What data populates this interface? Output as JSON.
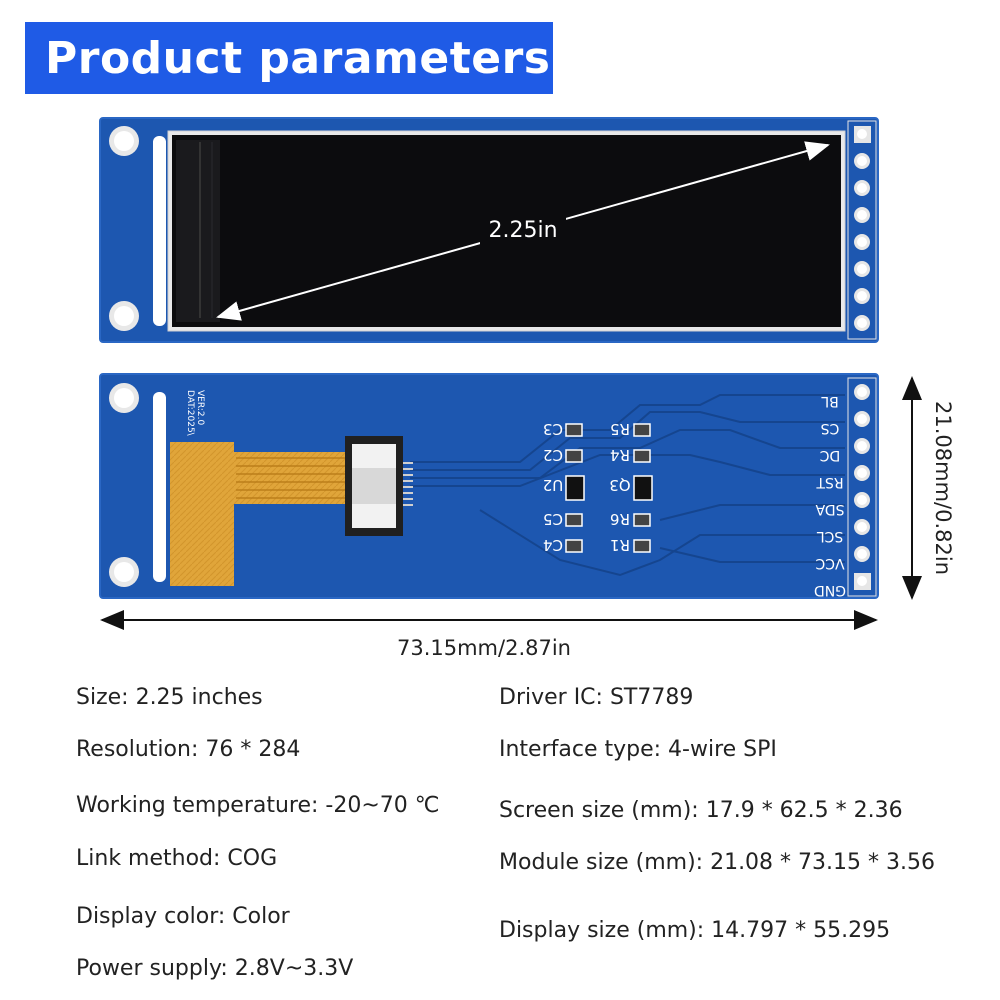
{
  "header": {
    "title": "Product parameters"
  },
  "front_board": {
    "diagonal_label": "2.25in"
  },
  "back_board": {
    "pins": [
      "BL",
      "CS",
      "DC",
      "RST",
      "SDA",
      "SCL",
      "VCC",
      "GND"
    ],
    "silk_version": "VER:2.0",
    "silk_date": "DAT:2025\\",
    "component_labels": {
      "c3": "C3",
      "c2": "C2",
      "u2": "U2",
      "c5": "C5",
      "c4": "C4",
      "r5": "R5",
      "r4": "R4",
      "q3": "Q3",
      "r6": "R6",
      "r1": "R1"
    },
    "height_label": "21.08mm/0.82in",
    "width_label": "73.15mm/2.87in"
  },
  "specs": {
    "left": [
      "Size: 2.25 inches",
      "Resolution: 76 * 284",
      "Working temperature: -20~70 ℃",
      "Link method: COG",
      "Display color: Color",
      "Power supply: 2.8V~3.3V"
    ],
    "right": [
      "Driver IC: ST7789",
      "Interface type: 4-wire SPI",
      "Screen size (mm): 17.9 * 62.5 * 2.36",
      "Module size (mm): 21.08 * 73.15 * 3.56",
      "Display size (mm): 14.797 * 55.295"
    ]
  },
  "colors": {
    "banner": "#1f5be6",
    "pcb": "#1d57b0",
    "pcb_edge": "#2a67c4",
    "screen": "#0c0c0e",
    "fpc": "#e0a53a"
  }
}
